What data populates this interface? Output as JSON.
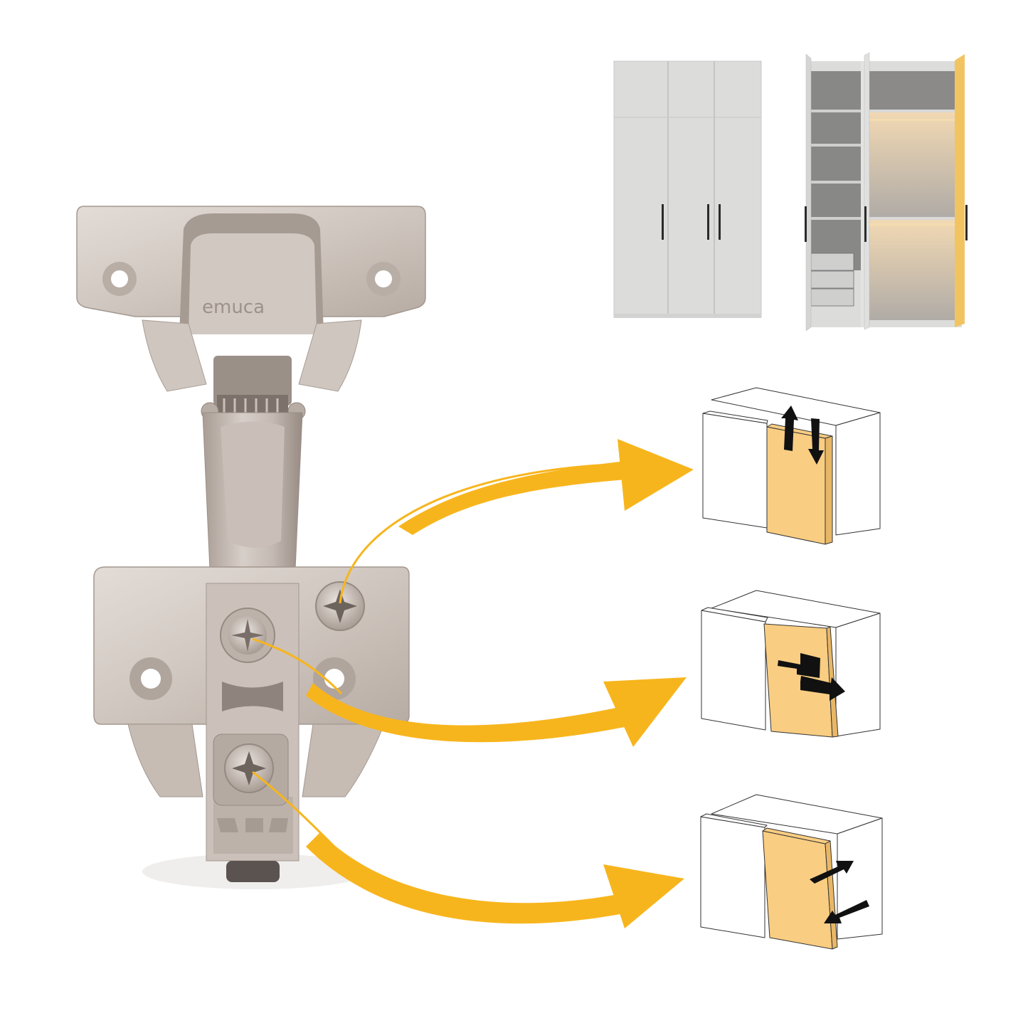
{
  "colors": {
    "background": "#ffffff",
    "accent_arrow": "#f7b51d",
    "door_highlight": "#f9cd82",
    "door_highlight_edge": "#e8b766",
    "metal_light": "#d9d1cb",
    "metal_mid": "#bfb5ad",
    "metal_dark": "#8a7f78",
    "wardrobe_white": "#dcdcdb",
    "wardrobe_interior": "#8d8d8c",
    "wardrobe_yellow_door": "#f2c461",
    "handle": "#2b2b2b",
    "line": "#333333",
    "adjust_arrow": "#111111"
  },
  "hinge": {
    "brand_logo": "emuca",
    "screws": [
      {
        "id": "depth-screw",
        "label": "Depth adjustment screw"
      },
      {
        "id": "lateral-screw",
        "label": "Lateral adjustment screw"
      },
      {
        "id": "height-screw",
        "label": "Height adjustment screw"
      }
    ]
  },
  "wardrobes": [
    {
      "id": "closed",
      "state": "closed",
      "doors": 3
    },
    {
      "id": "open",
      "state": "open",
      "doors": 3
    }
  ],
  "diagrams": [
    {
      "id": "diagram-vertical",
      "adjustment": "up-down"
    },
    {
      "id": "diagram-lateral",
      "adjustment": "left-right"
    },
    {
      "id": "diagram-depth",
      "adjustment": "in-out"
    }
  ]
}
